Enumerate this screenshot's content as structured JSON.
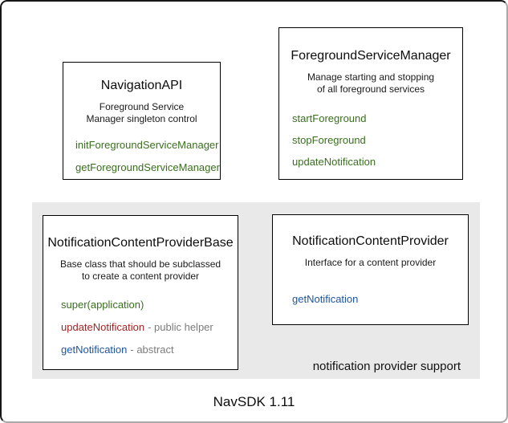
{
  "colors": {
    "method_green": "#38701d",
    "method_red": "#a82323",
    "method_blue": "#1c54a8",
    "muted_gray": "#7c7c7c",
    "panel_bg": "#e9e9e9",
    "box_border": "#000000"
  },
  "boxes": {
    "navigation_api": {
      "title": "NavigationAPI",
      "desc_line1": "Foreground Service",
      "desc_line2": "Manager singleton control",
      "methods": [
        {
          "name": "initForegroundServiceManager",
          "note": ""
        },
        {
          "name": "getForegroundServiceManager",
          "note": ""
        }
      ]
    },
    "foreground_service_manager": {
      "title": "ForegroundServiceManager",
      "desc_line1": "Manage starting and stopping",
      "desc_line2": "of all foreground services",
      "methods": [
        {
          "name": "startForeground",
          "note": ""
        },
        {
          "name": "stopForeground",
          "note": ""
        },
        {
          "name": "updateNotification",
          "note": ""
        }
      ]
    },
    "notification_content_provider_base": {
      "title": "NotificationContentProviderBase",
      "desc_line1": "Base class that should be subclassed",
      "desc_line2": "to create a content provider",
      "methods": [
        {
          "name": "super(application)",
          "note": ""
        },
        {
          "name": "updateNotification",
          "note": "- public helper"
        },
        {
          "name": "getNotification",
          "note": "- abstract"
        }
      ]
    },
    "notification_content_provider": {
      "title": "NotificationContentProvider",
      "desc_line1": "Interface for a content provider",
      "methods": [
        {
          "name": "getNotification",
          "note": ""
        }
      ]
    }
  },
  "panel": {
    "caption": "notification provider support"
  },
  "footer": {
    "version_label": "NavSDK 1.11"
  }
}
